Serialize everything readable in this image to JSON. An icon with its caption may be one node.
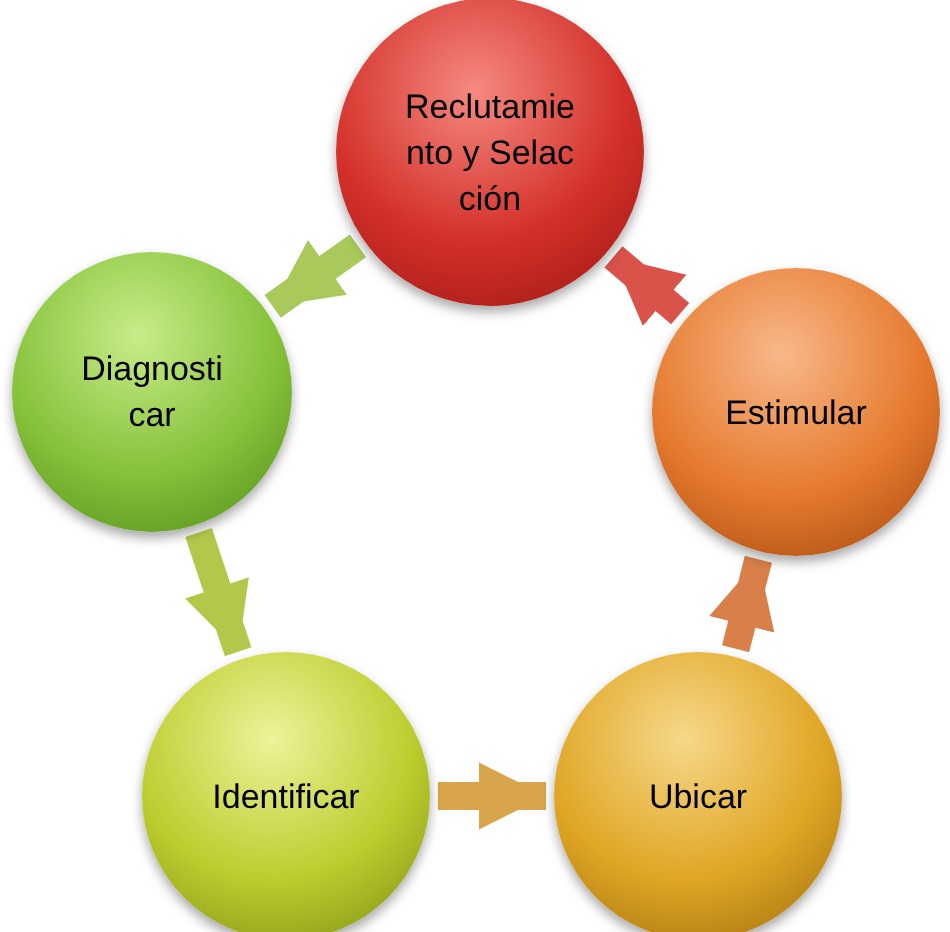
{
  "diagram": {
    "nodes": [
      {
        "text": [
          "Reclutamiento y Selacción"
        ]
      },
      {
        "text": [
          "Diagnosticar"
        ]
      },
      {
        "text": [
          "Identificar"
        ]
      },
      {
        "text": [
          "Ubicar"
        ]
      },
      {
        "text": [
          "Estimular"
        ]
      }
    ],
    "edges": [
      {
        "from": 0,
        "to": 1,
        "arrow": "to",
        "color": "#a9c95a"
      },
      {
        "from": 1,
        "to": 2,
        "arrow": "to",
        "color": "#b3c84a"
      },
      {
        "from": 2,
        "to": 3,
        "arrow": "to",
        "color": "#d9a54a"
      },
      {
        "from": 3,
        "to": 4,
        "arrow": "to",
        "color": "#d9804a"
      },
      {
        "from": 4,
        "to": 0,
        "arrow": "to",
        "color": "#d9534a"
      }
    ]
  }
}
